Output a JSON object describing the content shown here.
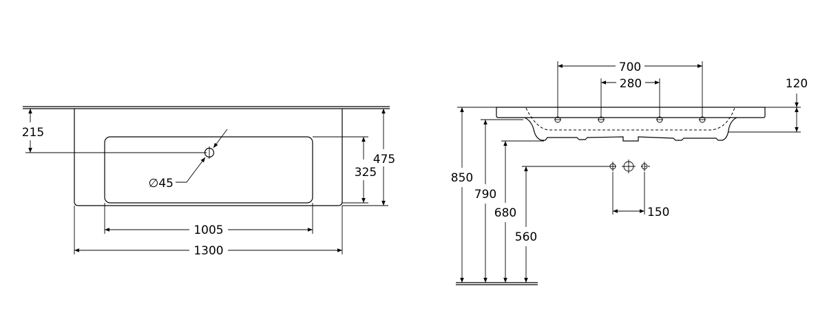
{
  "units": "mm",
  "top_view": {
    "dimensions": {
      "tap_hole_offset": "215",
      "drain_diameter": "∅45",
      "bowl_depth": "325",
      "overall_depth": "475",
      "bowl_width": "1005",
      "overall_width": "1300"
    }
  },
  "side_view": {
    "dimensions": {
      "tap_spacing_outer": "700",
      "tap_spacing_inner": "280",
      "basin_height": "120",
      "rim_height": "850",
      "underside_slab_height": "790",
      "bowl_bottom_height": "680",
      "supply_height": "560",
      "supply_spacing": "150"
    }
  }
}
